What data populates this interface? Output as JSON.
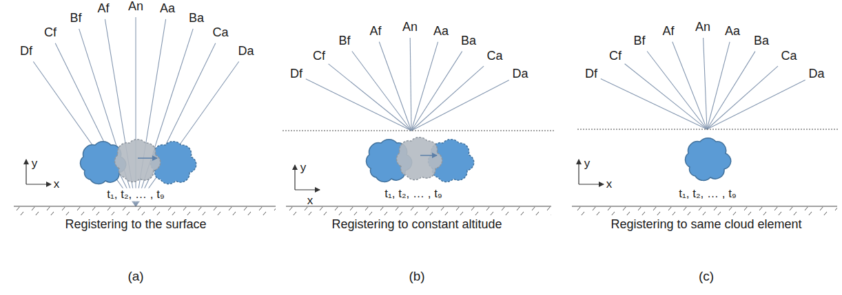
{
  "diagram": {
    "labels": [
      "Df",
      "Cf",
      "Bf",
      "Af",
      "An",
      "Aa",
      "Ba",
      "Ca",
      "Da",
      "y",
      "x",
      "t₁, t₂, … , t₉",
      "Registering to the surface",
      "(a)",
      "Df",
      "Cf",
      "Bf",
      "Af",
      "An",
      "Aa",
      "Ba",
      "Ca",
      "Da",
      "y",
      "x",
      "t₁, t₂, … , t₉",
      "Registering to constant altitude",
      "(b)",
      "Df",
      "Cf",
      "Bf",
      "Af",
      "An",
      "Aa",
      "Ba",
      "Ca",
      "Da",
      "y",
      "x",
      "t₁, t₂, … , t₉",
      "Registering to same cloud element",
      "(c)"
    ]
  }
}
